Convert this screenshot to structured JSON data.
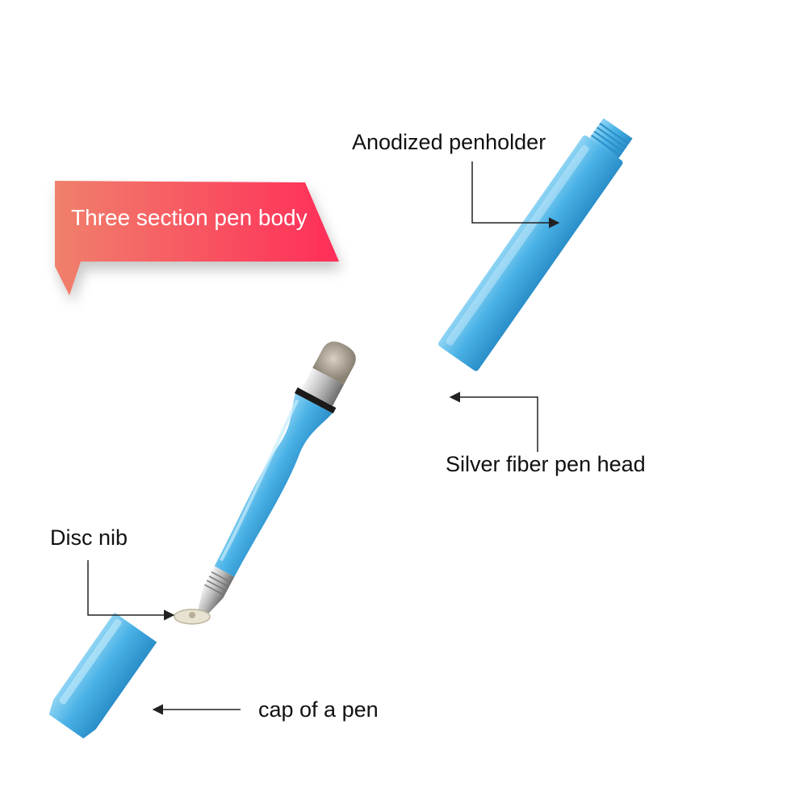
{
  "banner": {
    "text": "Three section pen body",
    "color_start": "#f07a6a",
    "color_end": "#ff2f5a"
  },
  "labels": {
    "penholder": "Anodized penholder",
    "pen_head": "Silver fiber pen head",
    "disc_nib": "Disc nib",
    "cap": "cap of a pen"
  },
  "colors": {
    "pen_blue": "#4ab2e6",
    "pen_blue_dark": "#2a8ec8",
    "pen_blue_light": "#8fd4f4",
    "line": "#222222"
  }
}
